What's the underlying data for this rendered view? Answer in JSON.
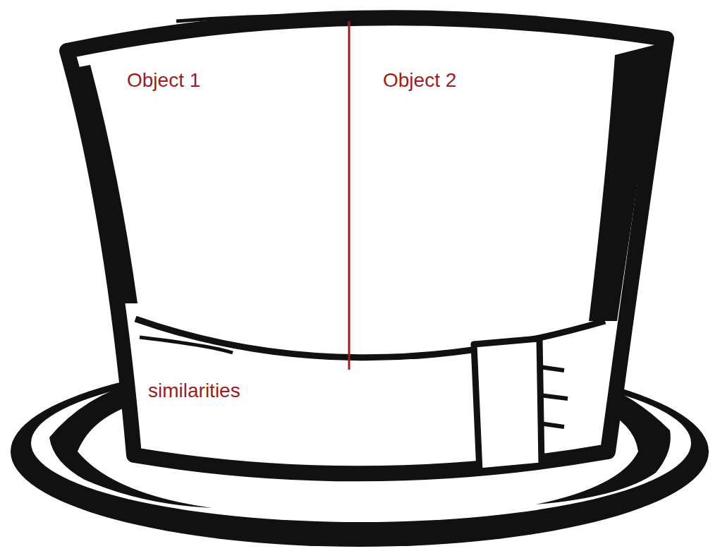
{
  "diagram": {
    "labels": [
      "Object 1",
      "Object 2",
      "similarities"
    ]
  }
}
